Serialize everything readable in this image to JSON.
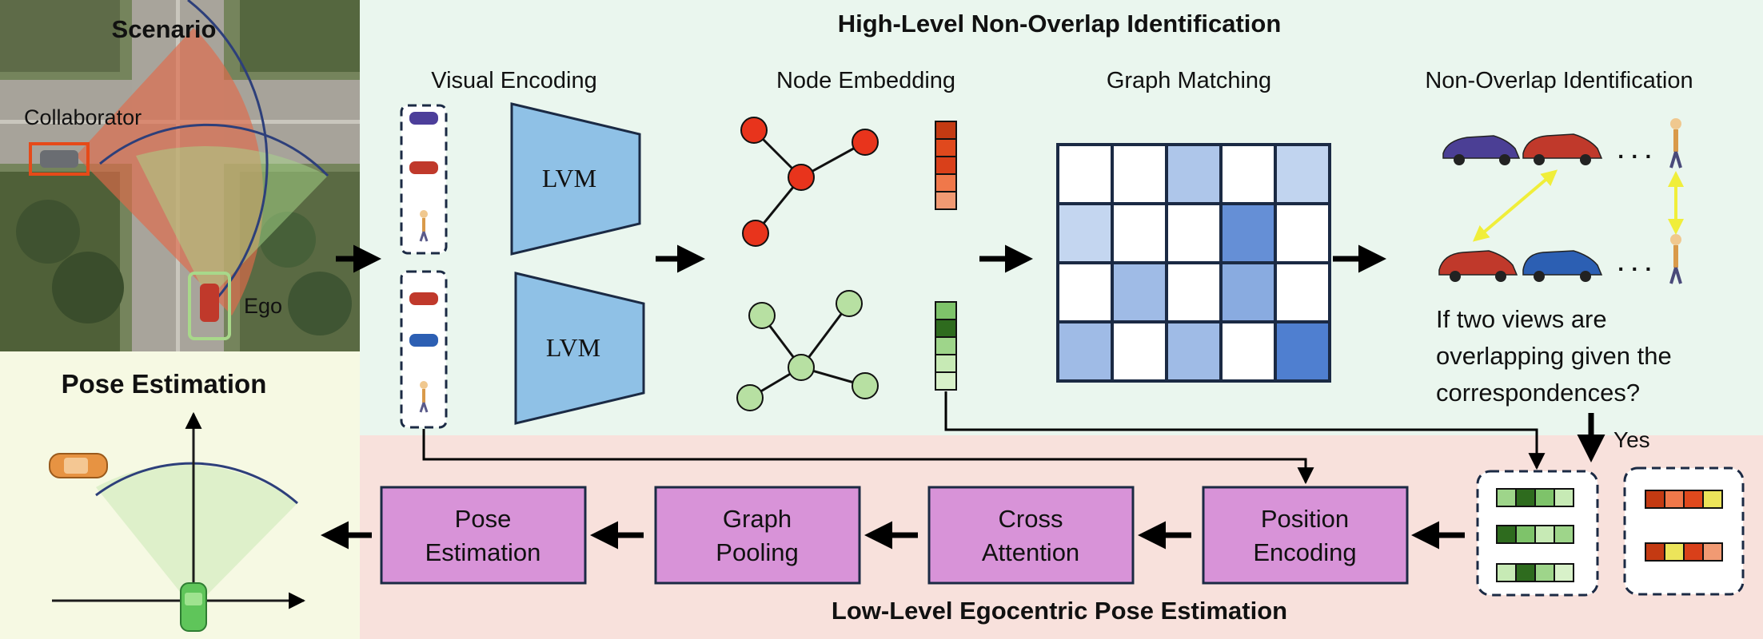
{
  "panels": {
    "scenario_title": "Scenario",
    "collaborator_label": "Collaborator",
    "ego_label": "Ego",
    "pose_panel_title": "Pose Estimation",
    "high_level_title": "High-Level Non-Overlap Identification",
    "low_level_title": "Low-Level Egocentric Pose Estimation"
  },
  "stages": {
    "visual_encoding": "Visual Encoding",
    "node_embedding": "Node Embedding",
    "graph_matching": "Graph Matching",
    "non_overlap": "Non-Overlap Identification"
  },
  "encoder": {
    "label_top": "LVM",
    "label_bottom": "LVM"
  },
  "question": {
    "line1": "If two views are",
    "line2": "overlapping given the",
    "line3": "correspondences?",
    "answer": "Yes"
  },
  "pipeline": [
    {
      "line1": "Pose",
      "line2": "Estimation"
    },
    {
      "line1": "Graph",
      "line2": "Pooling"
    },
    {
      "line1": "Cross",
      "line2": "Attention"
    },
    {
      "line1": "Position",
      "line2": "Encoding"
    }
  ],
  "ellipsis": "· · ·",
  "matching_matrix": [
    [
      0.0,
      0.0,
      0.35,
      0.0,
      0.22
    ],
    [
      0.2,
      0.0,
      0.0,
      0.85,
      0.0
    ],
    [
      0.0,
      0.45,
      0.0,
      0.6,
      0.0
    ],
    [
      0.45,
      0.0,
      0.45,
      0.0,
      1.0
    ]
  ],
  "colors": {
    "high_level_bg": "#eaf6ee",
    "low_level_bg": "#f8e1dc",
    "pose_panel_bg": "#f6f9e3",
    "collaborator": "#e64a19",
    "ego": "#a8d88a",
    "lvm": "#8fc1e6",
    "red_node": "#e8341c",
    "green_node": "#b7e0a2",
    "pipeline_box": "#d893d8",
    "yes": "#e64a19",
    "match_arrow": "#f0ee3a"
  }
}
